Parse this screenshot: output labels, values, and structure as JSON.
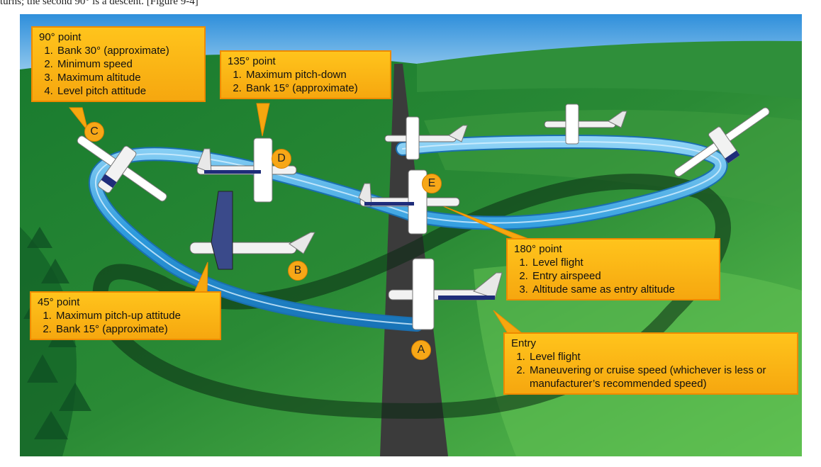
{
  "caption": "turns; the second 90° is a descent. [Figure 9-4]",
  "colors": {
    "sky": "#3f9fe0",
    "grass_dark": "#1c6a2a",
    "grass_light": "#4fb648",
    "runway": "#3b3b3b",
    "ribbon": "#2d9bdd",
    "callout_fill": "#fbb418",
    "callout_border": "#ee8a00"
  },
  "points": [
    {
      "key": "c",
      "letter": "C",
      "title": "90° point",
      "items": [
        "Bank 30° (approximate)",
        "Minimum speed",
        "Maximum altitude",
        "Level pitch attitude"
      ]
    },
    {
      "key": "d",
      "letter": "D",
      "title": "135° point",
      "items": [
        "Maximum pitch-down",
        "Bank 15° (approximate)"
      ]
    },
    {
      "key": "e",
      "letter": "E",
      "title": "180° point",
      "items": [
        "Level flight",
        "Entry airspeed",
        "Altitude same as entry altitude"
      ]
    },
    {
      "key": "b",
      "letter": "B",
      "title": "45° point",
      "items": [
        "Maximum pitch-up attitude",
        "Bank 15° (approximate)"
      ]
    },
    {
      "key": "a",
      "letter": "A",
      "title": "Entry",
      "items": [
        "Level flight",
        "Maneuvering or cruise speed (whichever is less or manufacturer’s recommended speed)"
      ]
    }
  ]
}
